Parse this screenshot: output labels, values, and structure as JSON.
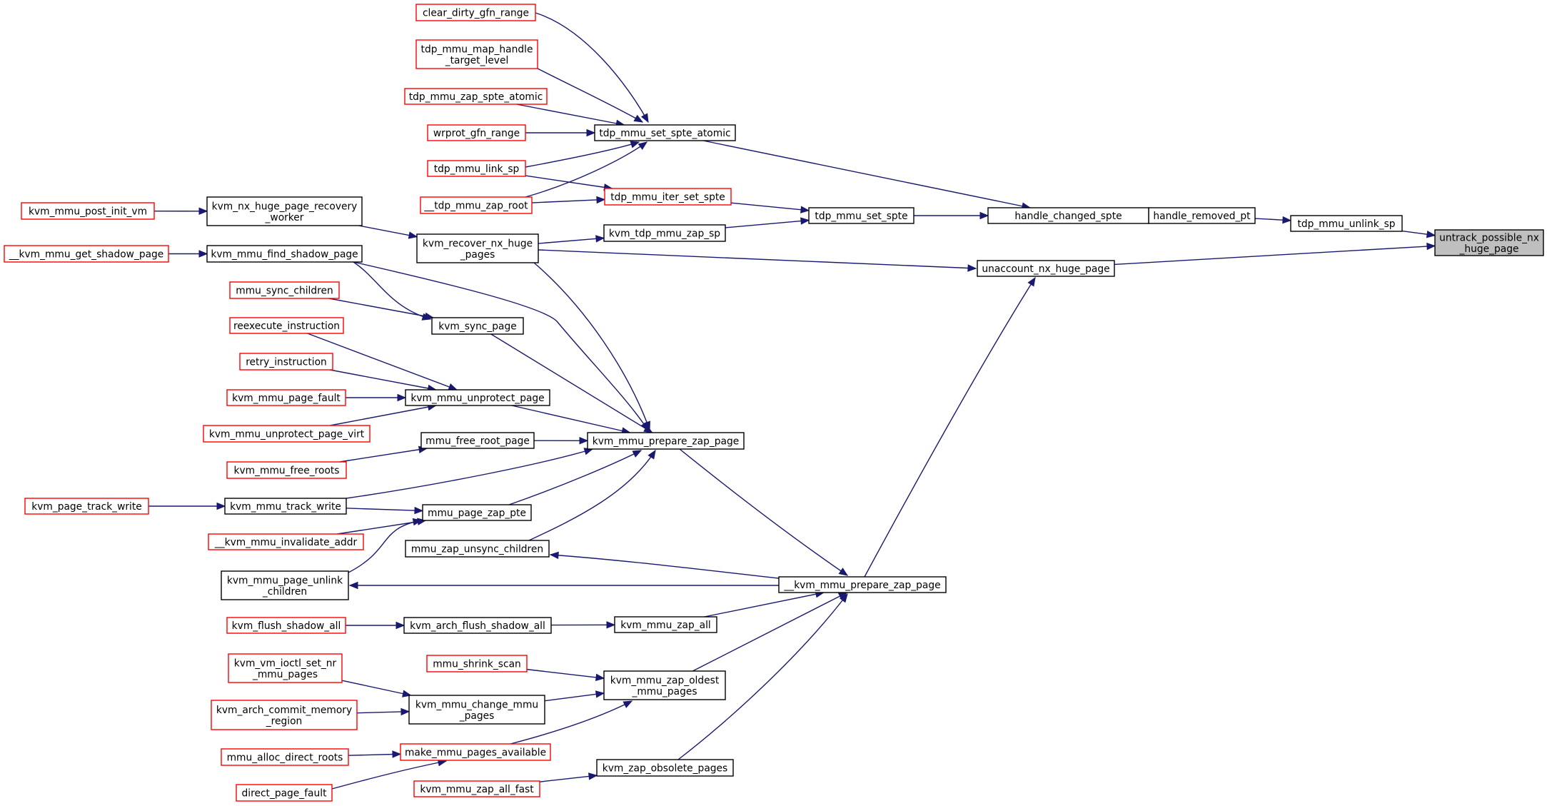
{
  "colors": {
    "edge": "#191970",
    "linked_border": "#000000",
    "unlinked_border": "#ff0000",
    "focus_fill": "#bfbfbf"
  },
  "nodes": {
    "untrack_possible_nx_huge_page": {
      "lines": [
        "untrack_possible_nx",
        "_huge_page"
      ],
      "style": "focus"
    },
    "tdp_mmu_unlink_sp": {
      "lines": [
        "tdp_mmu_unlink_sp"
      ],
      "style": "linked"
    },
    "handle_removed_pt": {
      "lines": [
        "handle_removed_pt"
      ],
      "style": "linked"
    },
    "handle_changed_spte": {
      "lines": [
        "handle_changed_spte"
      ],
      "style": "linked"
    },
    "unaccount_nx_huge_page": {
      "lines": [
        "unaccount_nx_huge_page"
      ],
      "style": "linked"
    },
    "tdp_mmu_set_spte_atomic": {
      "lines": [
        "tdp_mmu_set_spte_atomic"
      ],
      "style": "linked"
    },
    "tdp_mmu_set_spte": {
      "lines": [
        "tdp_mmu_set_spte"
      ],
      "style": "linked"
    },
    "clear_dirty_gfn_range": {
      "lines": [
        "clear_dirty_gfn_range"
      ],
      "style": "unlinked"
    },
    "tdp_mmu_map_handle_target_level": {
      "lines": [
        "tdp_mmu_map_handle",
        "_target_level"
      ],
      "style": "unlinked"
    },
    "tdp_mmu_zap_spte_atomic": {
      "lines": [
        "tdp_mmu_zap_spte_atomic"
      ],
      "style": "unlinked"
    },
    "wrprot_gfn_range": {
      "lines": [
        "wrprot_gfn_range"
      ],
      "style": "unlinked"
    },
    "tdp_mmu_link_sp": {
      "lines": [
        "tdp_mmu_link_sp"
      ],
      "style": "unlinked"
    },
    "__tdp_mmu_zap_root": {
      "lines": [
        "__tdp_mmu_zap_root"
      ],
      "style": "unlinked"
    },
    "tdp_mmu_iter_set_spte": {
      "lines": [
        "tdp_mmu_iter_set_spte"
      ],
      "style": "unlinked"
    },
    "kvm_tdp_mmu_zap_sp": {
      "lines": [
        "kvm_tdp_mmu_zap_sp"
      ],
      "style": "linked"
    },
    "kvm_recover_nx_huge_pages": {
      "lines": [
        "kvm_recover_nx_huge",
        "_pages"
      ],
      "style": "linked"
    },
    "kvm_nx_huge_page_recovery_worker": {
      "lines": [
        "kvm_nx_huge_page_recovery",
        "_worker"
      ],
      "style": "linked"
    },
    "kvm_mmu_post_init_vm": {
      "lines": [
        "kvm_mmu_post_init_vm"
      ],
      "style": "unlinked"
    },
    "__kvm_mmu_prepare_zap_page": {
      "lines": [
        "__kvm_mmu_prepare_zap_page"
      ],
      "style": "linked"
    },
    "kvm_mmu_prepare_zap_page": {
      "lines": [
        "kvm_mmu_prepare_zap_page"
      ],
      "style": "linked"
    },
    "kvm_mmu_find_shadow_page": {
      "lines": [
        "kvm_mmu_find_shadow_page"
      ],
      "style": "linked"
    },
    "__kvm_mmu_get_shadow_page": {
      "lines": [
        "__kvm_mmu_get_shadow_page"
      ],
      "style": "unlinked"
    },
    "kvm_sync_page": {
      "lines": [
        "kvm_sync_page"
      ],
      "style": "linked"
    },
    "mmu_sync_children": {
      "lines": [
        "mmu_sync_children"
      ],
      "style": "unlinked"
    },
    "kvm_mmu_unprotect_page": {
      "lines": [
        "kvm_mmu_unprotect_page"
      ],
      "style": "linked"
    },
    "reexecute_instruction": {
      "lines": [
        "reexecute_instruction"
      ],
      "style": "unlinked"
    },
    "retry_instruction": {
      "lines": [
        "retry_instruction"
      ],
      "style": "unlinked"
    },
    "kvm_mmu_page_fault": {
      "lines": [
        "kvm_mmu_page_fault"
      ],
      "style": "unlinked"
    },
    "kvm_mmu_unprotect_page_virt": {
      "lines": [
        "kvm_mmu_unprotect_page_virt"
      ],
      "style": "unlinked"
    },
    "mmu_free_root_page": {
      "lines": [
        "mmu_free_root_page"
      ],
      "style": "linked"
    },
    "kvm_mmu_free_roots": {
      "lines": [
        "kvm_mmu_free_roots"
      ],
      "style": "unlinked"
    },
    "kvm_mmu_track_write": {
      "lines": [
        "kvm_mmu_track_write"
      ],
      "style": "linked"
    },
    "kvm_page_track_write": {
      "lines": [
        "kvm_page_track_write"
      ],
      "style": "unlinked"
    },
    "mmu_page_zap_pte": {
      "lines": [
        "mmu_page_zap_pte"
      ],
      "style": "linked"
    },
    "__kvm_mmu_invalidate_addr": {
      "lines": [
        "__kvm_mmu_invalidate_addr"
      ],
      "style": "unlinked"
    },
    "kvm_mmu_page_unlink_children": {
      "lines": [
        "kvm_mmu_page_unlink",
        "_children"
      ],
      "style": "linked"
    },
    "mmu_zap_unsync_children": {
      "lines": [
        "mmu_zap_unsync_children"
      ],
      "style": "linked"
    },
    "kvm_mmu_zap_all": {
      "lines": [
        "kvm_mmu_zap_all"
      ],
      "style": "linked"
    },
    "kvm_arch_flush_shadow_all": {
      "lines": [
        "kvm_arch_flush_shadow_all"
      ],
      "style": "linked"
    },
    "kvm_flush_shadow_all": {
      "lines": [
        "kvm_flush_shadow_all"
      ],
      "style": "unlinked"
    },
    "kvm_mmu_zap_oldest_mmu_pages": {
      "lines": [
        "kvm_mmu_zap_oldest",
        "_mmu_pages"
      ],
      "style": "linked"
    },
    "mmu_shrink_scan": {
      "lines": [
        "mmu_shrink_scan"
      ],
      "style": "unlinked"
    },
    "kvm_mmu_change_mmu_pages": {
      "lines": [
        "kvm_mmu_change_mmu",
        "_pages"
      ],
      "style": "linked"
    },
    "kvm_vm_ioctl_set_nr_mmu_pages": {
      "lines": [
        "kvm_vm_ioctl_set_nr",
        "_mmu_pages"
      ],
      "style": "unlinked"
    },
    "kvm_arch_commit_memory_region": {
      "lines": [
        "kvm_arch_commit_memory",
        "_region"
      ],
      "style": "unlinked"
    },
    "make_mmu_pages_available": {
      "lines": [
        "make_mmu_pages_available"
      ],
      "style": "unlinked"
    },
    "mmu_alloc_direct_roots": {
      "lines": [
        "mmu_alloc_direct_roots"
      ],
      "style": "unlinked"
    },
    "direct_page_fault": {
      "lines": [
        "direct_page_fault"
      ],
      "style": "unlinked"
    },
    "kvm_zap_obsolete_pages": {
      "lines": [
        "kvm_zap_obsolete_pages"
      ],
      "style": "linked"
    },
    "kvm_mmu_zap_all_fast": {
      "lines": [
        "kvm_mmu_zap_all_fast"
      ],
      "style": "unlinked"
    }
  },
  "edges": [
    {
      "from": "tdp_mmu_unlink_sp",
      "to": "untrack_possible_nx_huge_page"
    },
    {
      "from": "unaccount_nx_huge_page",
      "to": "untrack_possible_nx_huge_page"
    },
    {
      "from": "handle_removed_pt",
      "to": "tdp_mmu_unlink_sp"
    },
    {
      "from": "handle_changed_spte",
      "to": "handle_removed_pt"
    },
    {
      "from": "handle_removed_pt",
      "to": "handle_changed_spte"
    },
    {
      "from": "tdp_mmu_set_spte_atomic",
      "to": "handle_changed_spte"
    },
    {
      "from": "tdp_mmu_set_spte",
      "to": "handle_changed_spte"
    },
    {
      "from": "clear_dirty_gfn_range",
      "to": "tdp_mmu_set_spte_atomic"
    },
    {
      "from": "tdp_mmu_map_handle_target_level",
      "to": "tdp_mmu_set_spte_atomic"
    },
    {
      "from": "tdp_mmu_zap_spte_atomic",
      "to": "tdp_mmu_set_spte_atomic"
    },
    {
      "from": "wrprot_gfn_range",
      "to": "tdp_mmu_set_spte_atomic"
    },
    {
      "from": "tdp_mmu_link_sp",
      "to": "tdp_mmu_set_spte_atomic"
    },
    {
      "from": "__tdp_mmu_zap_root",
      "to": "tdp_mmu_set_spte_atomic"
    },
    {
      "from": "tdp_mmu_link_sp",
      "to": "tdp_mmu_iter_set_spte"
    },
    {
      "from": "__tdp_mmu_zap_root",
      "to": "tdp_mmu_iter_set_spte"
    },
    {
      "from": "tdp_mmu_iter_set_spte",
      "to": "tdp_mmu_set_spte"
    },
    {
      "from": "kvm_tdp_mmu_zap_sp",
      "to": "tdp_mmu_set_spte"
    },
    {
      "from": "kvm_recover_nx_huge_pages",
      "to": "kvm_tdp_mmu_zap_sp"
    },
    {
      "from": "kvm_recover_nx_huge_pages",
      "to": "unaccount_nx_huge_page"
    },
    {
      "from": "kvm_nx_huge_page_recovery_worker",
      "to": "kvm_recover_nx_huge_pages"
    },
    {
      "from": "kvm_mmu_post_init_vm",
      "to": "kvm_nx_huge_page_recovery_worker"
    },
    {
      "from": "__kvm_mmu_prepare_zap_page",
      "to": "unaccount_nx_huge_page"
    },
    {
      "from": "kvm_mmu_prepare_zap_page",
      "to": "__kvm_mmu_prepare_zap_page"
    },
    {
      "from": "kvm_mmu_find_shadow_page",
      "to": "kvm_mmu_prepare_zap_page"
    },
    {
      "from": "__kvm_mmu_get_shadow_page",
      "to": "kvm_mmu_find_shadow_page"
    },
    {
      "from": "kvm_mmu_find_shadow_page",
      "to": "kvm_sync_page"
    },
    {
      "from": "mmu_sync_children",
      "to": "kvm_sync_page"
    },
    {
      "from": "kvm_sync_page",
      "to": "kvm_mmu_prepare_zap_page"
    },
    {
      "from": "kvm_recover_nx_huge_pages",
      "to": "kvm_mmu_prepare_zap_page"
    },
    {
      "from": "reexecute_instruction",
      "to": "kvm_mmu_unprotect_page"
    },
    {
      "from": "retry_instruction",
      "to": "kvm_mmu_unprotect_page"
    },
    {
      "from": "kvm_mmu_page_fault",
      "to": "kvm_mmu_unprotect_page"
    },
    {
      "from": "kvm_mmu_unprotect_page_virt",
      "to": "kvm_mmu_unprotect_page"
    },
    {
      "from": "kvm_mmu_unprotect_page",
      "to": "kvm_mmu_prepare_zap_page"
    },
    {
      "from": "mmu_free_root_page",
      "to": "kvm_mmu_prepare_zap_page"
    },
    {
      "from": "kvm_mmu_free_roots",
      "to": "mmu_free_root_page"
    },
    {
      "from": "kvm_mmu_track_write",
      "to": "kvm_mmu_prepare_zap_page"
    },
    {
      "from": "mmu_page_zap_pte",
      "to": "kvm_mmu_prepare_zap_page"
    },
    {
      "from": "mmu_zap_unsync_children",
      "to": "kvm_mmu_prepare_zap_page"
    },
    {
      "from": "kvm_page_track_write",
      "to": "kvm_mmu_track_write"
    },
    {
      "from": "kvm_mmu_track_write",
      "to": "mmu_page_zap_pte"
    },
    {
      "from": "__kvm_mmu_invalidate_addr",
      "to": "mmu_page_zap_pte"
    },
    {
      "from": "kvm_mmu_page_unlink_children",
      "to": "mmu_page_zap_pte"
    },
    {
      "from": "__kvm_mmu_prepare_zap_page",
      "to": "mmu_zap_unsync_children"
    },
    {
      "from": "__kvm_mmu_prepare_zap_page",
      "to": "kvm_mmu_page_unlink_children"
    },
    {
      "from": "kvm_mmu_zap_all",
      "to": "__kvm_mmu_prepare_zap_page"
    },
    {
      "from": "kvm_mmu_zap_oldest_mmu_pages",
      "to": "__kvm_mmu_prepare_zap_page"
    },
    {
      "from": "kvm_zap_obsolete_pages",
      "to": "__kvm_mmu_prepare_zap_page"
    },
    {
      "from": "kvm_arch_flush_shadow_all",
      "to": "kvm_mmu_zap_all"
    },
    {
      "from": "kvm_flush_shadow_all",
      "to": "kvm_arch_flush_shadow_all"
    },
    {
      "from": "mmu_shrink_scan",
      "to": "kvm_mmu_zap_oldest_mmu_pages"
    },
    {
      "from": "kvm_mmu_change_mmu_pages",
      "to": "kvm_mmu_zap_oldest_mmu_pages"
    },
    {
      "from": "make_mmu_pages_available",
      "to": "kvm_mmu_zap_oldest_mmu_pages"
    },
    {
      "from": "kvm_vm_ioctl_set_nr_mmu_pages",
      "to": "kvm_mmu_change_mmu_pages"
    },
    {
      "from": "kvm_arch_commit_memory_region",
      "to": "kvm_mmu_change_mmu_pages"
    },
    {
      "from": "mmu_alloc_direct_roots",
      "to": "make_mmu_pages_available"
    },
    {
      "from": "direct_page_fault",
      "to": "make_mmu_pages_available"
    },
    {
      "from": "kvm_mmu_zap_all_fast",
      "to": "kvm_zap_obsolete_pages"
    }
  ]
}
